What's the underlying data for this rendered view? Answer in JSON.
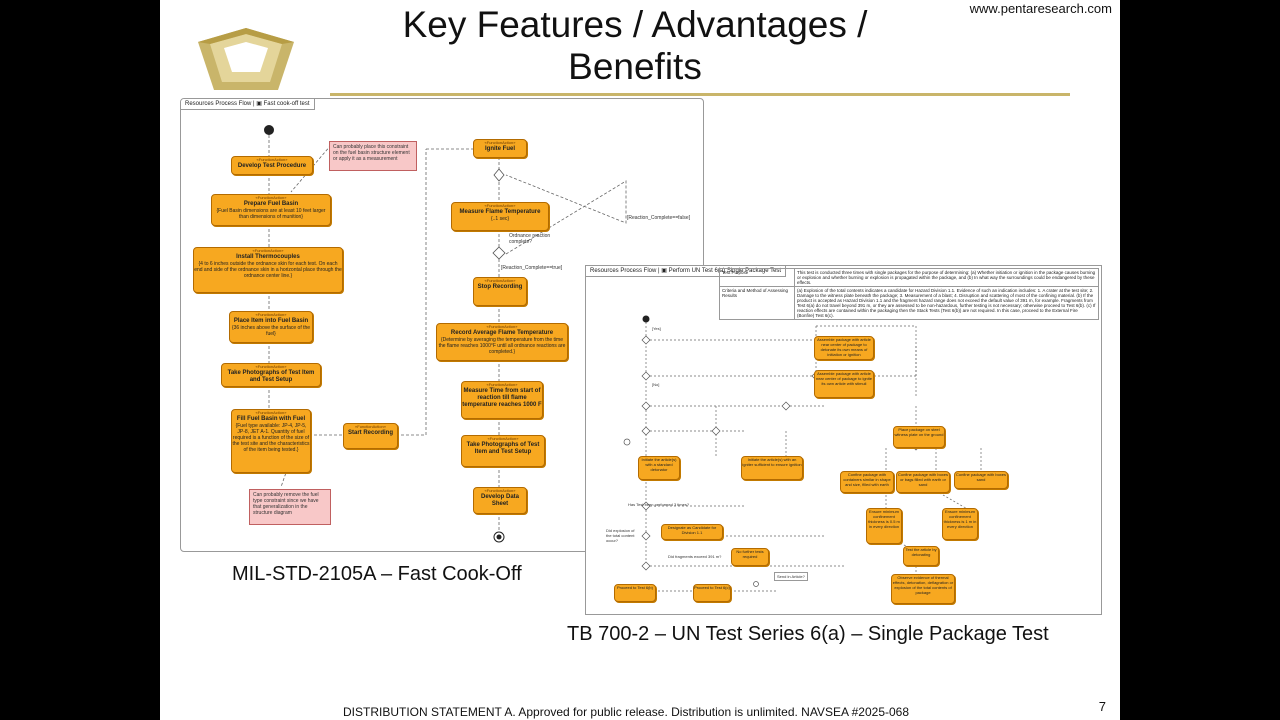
{
  "header": {
    "title_line1": "Key Features / Advantages /",
    "title_line2": "Benefits",
    "url": "www.pentaresearch.com"
  },
  "colors": {
    "accent_gold": "#c9b56a",
    "activity_orange": "#f7a820",
    "note_pink": "#f8c8c8"
  },
  "diagram1": {
    "frame_label": "Resources Process Flow",
    "frame_tab": "Fast cook-off test",
    "stereotype": "«FunctionAction»",
    "activities": {
      "develop": "Develop Test Procedure",
      "prepare": "Prepare Fuel Basin",
      "prepare_d": "{Fuel Basin dimensions are at least 10 feet larger than dimensions of munition}",
      "install": "Install Thermocouples",
      "install_d": "{4 to 6 inches outside the ordnance skin for each test. On each end and side of the ordnance skin in a horizontal place through the ordnance center line.}",
      "place": "Place Item into Fuel Basin",
      "place_d": "{36 inches above the surface of the fuel}",
      "photos1": "Take Photographs of Test Item and Test Setup",
      "fill": "Fill Fuel Basin with Fuel",
      "fill_d": "{Fuel type available: JP-4, JP-5, JP-8, JET A-1. Quantity of fuel required is a function of the size of the test site and the characteristics of the item being tested.}",
      "start": "Start Recording",
      "ignite": "Ignite Fuel",
      "measure": "Measure Flame Temperature",
      "measure_d": "{..1 sec}",
      "stop": "Stop Recording",
      "record": "Record Average Flame Temperature",
      "record_d": "{Determine by averaging the temperature from the time the flame reaches 1000°F until all ordnance reactions are completed.}",
      "time": "Measure Time from start of reaction till flame temperature reaches 1000 F",
      "photos2": "Take Photographs of Test Item and Test Setup",
      "datasheet": "Develop Data Sheet"
    },
    "notes": {
      "note1": "Can probably place this constraint on the fuel basin structure element or apply it as a measurement",
      "note2": "Can probably remove the fuel type constraint since we have that generalization in the structure diagram"
    },
    "guards": {
      "false": "[Reaction_Complete==false]",
      "decision": "Ordnance reaction complete?",
      "true": "[Reaction_Complete==true]"
    }
  },
  "caption1": "MIL-STD-2105A – Fast Cook-Off",
  "diagram2": {
    "frame_label": "Resources Process Flow",
    "frame_tab": "Perform UN Test 6(a) Single Package Test",
    "table": [
      {
        "k": "Test Purpose",
        "v": "This test is conducted three times with single packages for the purpose of determining: (a) Whether initiation or ignition in the package causes burning or explosion and whether burning or explosion is propagated within the package, and (b) In what way the surroundings could be endangered by these effects."
      },
      {
        "k": "Criteria and Method of Assessing Results",
        "v": "(a) Explosion of the total contents indicates a candidate for Hazard Division 1.1. Evidence of such an indication includes: 1. A crater at the test site; 2. Damage to the witness plate beneath the package; 3. Measurement of a blast; 4. Disruption and scattering of most of the confining material. (b) If the product is accepted as Hazard Division 1.1 and the fragment hazard range does not exceed the default value of 391 m, for example. Fragments from Test 6(a) do not travel beyond 391 m, or they are assessed to be non-hazardous, further testing is not necessary; otherwise proceed to Test 6(b). (c) If reaction effects are contained within the packaging then the Stack Tests (Test 6(b)) are not required. In this case, proceed to the External Fire (Bonfire) Test 6(c)."
      }
    ],
    "activities": [
      "Assemble package with article near center of package to detonate its own means of initiation or ignition",
      "Assemble package with article near center of package to ignite its own article with stimuli",
      "Initiate the article(s) with a standard detonator",
      "Initiate the article(s) with an igniter sufficient to ensure ignition",
      "Place package on steel witness plate on the ground",
      "Confine package with containers similar in shape and size, filled with earth",
      "Confine package with boxes or bags filled with earth or sand",
      "Confine package with boxes sand",
      "Ensure minimum confinement thickness is 0.5 m in every direction",
      "Ensure minimum confinement thickness is 1 m in every direction",
      "Test the article by detonating",
      "Observe evidence of thermal effects, detonation, deflagration or explosion of the total contents of package",
      "Designate as Candidate for Division 1.1",
      "No further tests required",
      "Proceed to Test 6(b)",
      "Proceed to Test 6(c)"
    ],
    "guards": [
      "[Yes]",
      "[No]",
      "Has Test been performed 3 times?",
      "Did explosion of the total content occur?",
      "Did fragments exceed 391 m?",
      "Send in Article?"
    ]
  },
  "caption2": "TB 700-2 – UN Test Series 6(a) – Single Package Test",
  "footer": "DISTRIBUTION STATEMENT A. Approved for public release. Distribution is unlimited. NAVSEA #2025-068",
  "page_number": "7"
}
